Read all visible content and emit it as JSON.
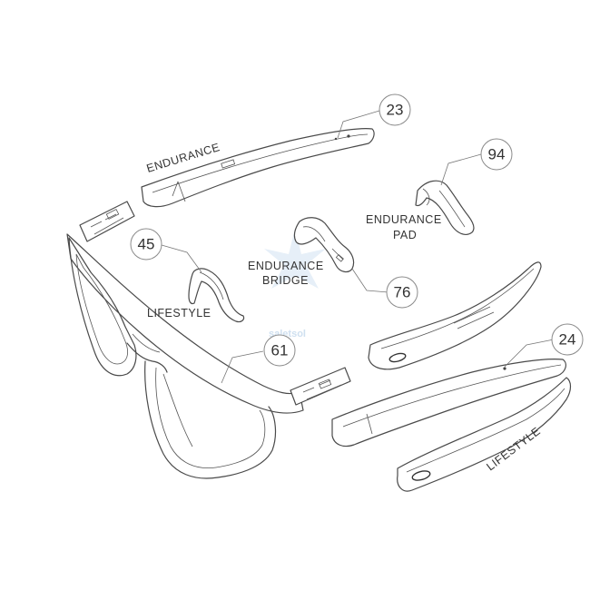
{
  "callouts": [
    {
      "id": "temple-endurance-left",
      "number": "23"
    },
    {
      "id": "endurance-pad",
      "number": "94"
    },
    {
      "id": "lifestyle-nosepad",
      "number": "45"
    },
    {
      "id": "endurance-bridge",
      "number": "76"
    },
    {
      "id": "frame-front",
      "number": "61"
    },
    {
      "id": "temple-lifestyle",
      "number": "24"
    }
  ],
  "labels": {
    "endurance": "ENDURANCE",
    "endurance_pad_line1": "ENDURANCE",
    "endurance_pad_line2": "PAD",
    "endurance_bridge_line1": "ENDURANCE",
    "endurance_bridge_line2": "BRIDGE",
    "lifestyle_left": "LIFESTYLE",
    "lifestyle_right": "LIFESTYLE"
  },
  "watermark": "saletsol",
  "colors": {
    "line": "#4a4a4a",
    "leader": "#777777",
    "watermark": "#cfe0f0",
    "background": "#ffffff"
  }
}
